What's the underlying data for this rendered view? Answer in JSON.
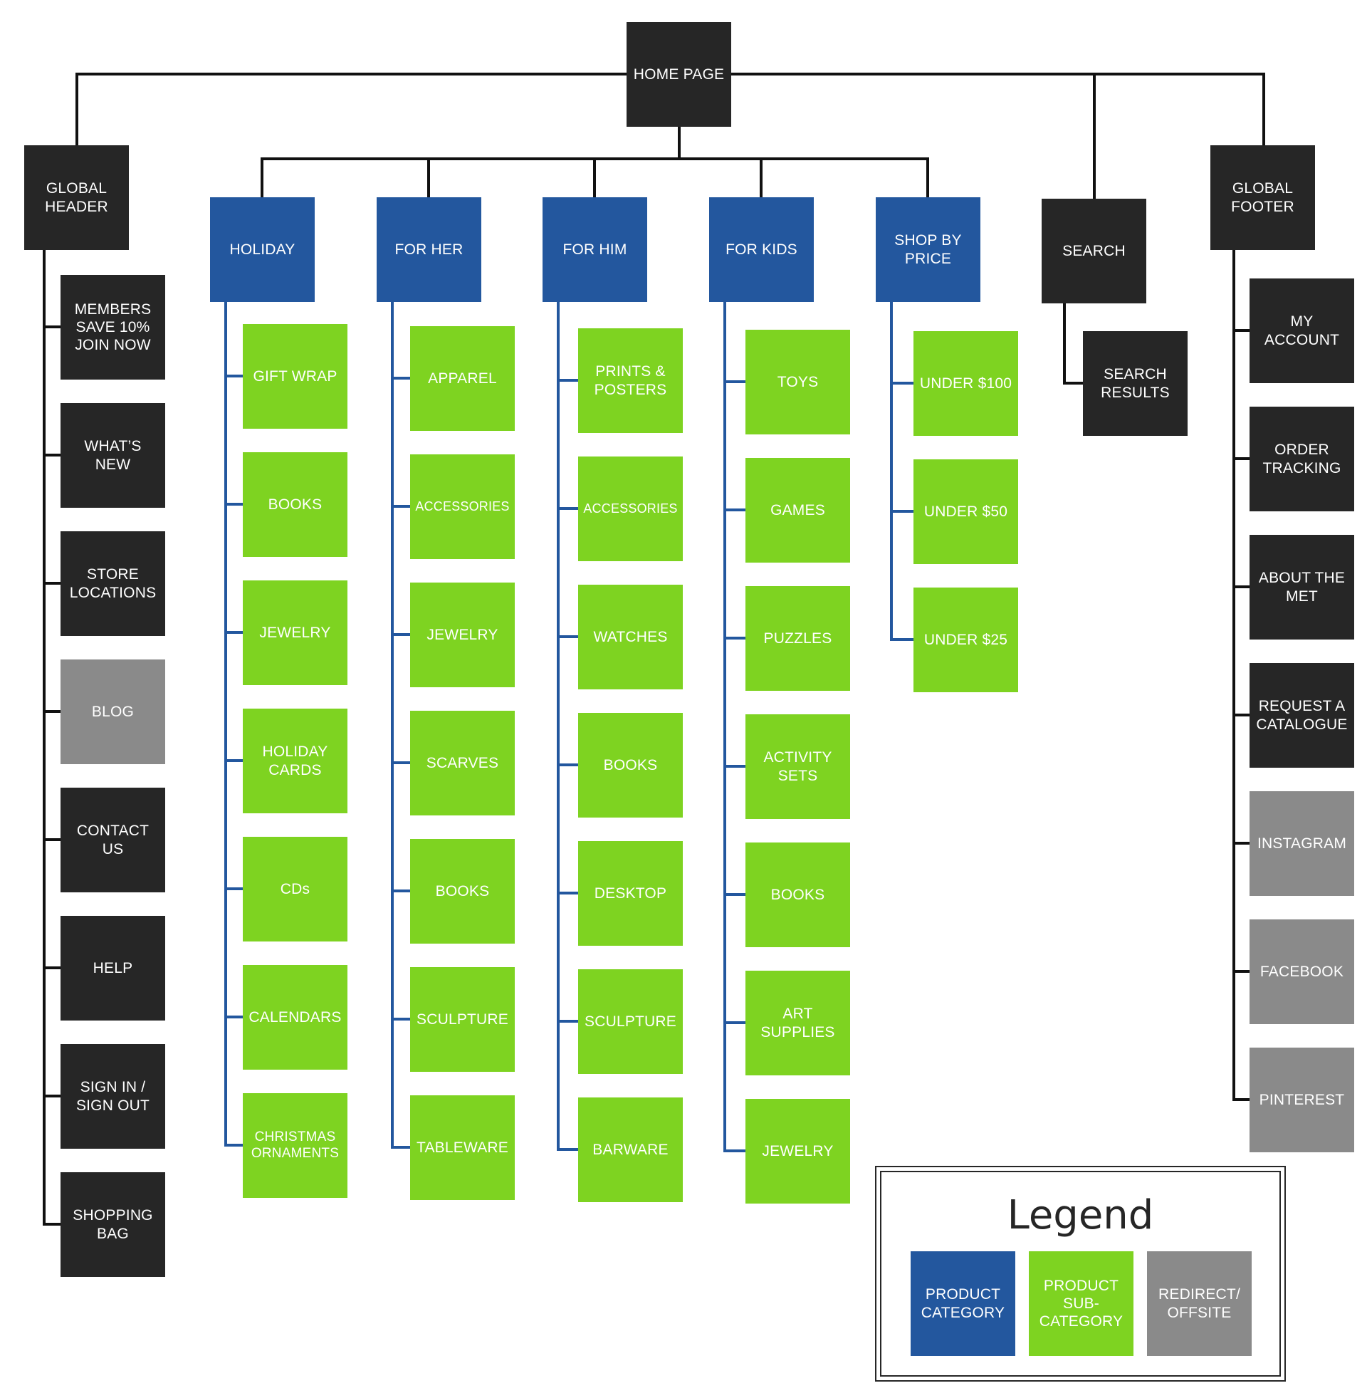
{
  "root": {
    "label": "HOME PAGE"
  },
  "global_header": {
    "label": "GLOBAL\nHEADER",
    "items": [
      {
        "label": "MEMBERS\nSAVE 10%\nJOIN NOW",
        "kind": "dark"
      },
      {
        "label": "WHAT’S\nNEW",
        "kind": "dark"
      },
      {
        "label": "STORE\nLOCATIONS",
        "kind": "dark"
      },
      {
        "label": "BLOG",
        "kind": "grey"
      },
      {
        "label": "CONTACT\nUS",
        "kind": "dark"
      },
      {
        "label": "HELP",
        "kind": "dark"
      },
      {
        "label": "SIGN IN /\nSIGN OUT",
        "kind": "dark"
      },
      {
        "label": "SHOPPING\nBAG",
        "kind": "dark"
      }
    ]
  },
  "categories": [
    {
      "label": "HOLIDAY",
      "items": [
        "GIFT WRAP",
        "BOOKS",
        "JEWELRY",
        "HOLIDAY\nCARDS",
        "CDs",
        "CALENDARS",
        "CHRISTMAS\nORNAMENTS"
      ]
    },
    {
      "label": "FOR HER",
      "items": [
        "APPAREL",
        "ACCESSORIES",
        "JEWELRY",
        "SCARVES",
        "BOOKS",
        "SCULPTURE",
        "TABLEWARE"
      ]
    },
    {
      "label": "FOR HIM",
      "items": [
        "PRINTS &\nPOSTERS",
        "ACCESSORIES",
        "WATCHES",
        "BOOKS",
        "DESKTOP",
        "SCULPTURE",
        "BARWARE"
      ]
    },
    {
      "label": "FOR KIDS",
      "items": [
        "TOYS",
        "GAMES",
        "PUZZLES",
        "ACTIVITY\nSETS",
        "BOOKS",
        "ART\nSUPPLIES",
        "JEWELRY"
      ]
    },
    {
      "label": "SHOP BY\nPRICE",
      "items": [
        "UNDER $100",
        "UNDER $50",
        "UNDER $25"
      ]
    }
  ],
  "search": {
    "label": "SEARCH",
    "items": [
      "SEARCH\nRESULTS"
    ]
  },
  "global_footer": {
    "label": "GLOBAL\nFOOTER",
    "items": [
      {
        "label": "MY\nACCOUNT",
        "kind": "dark"
      },
      {
        "label": "ORDER\nTRACKING",
        "kind": "dark"
      },
      {
        "label": "ABOUT THE\nMET",
        "kind": "dark"
      },
      {
        "label": "REQUEST A\nCATALOGUE",
        "kind": "dark"
      },
      {
        "label": "INSTAGRAM",
        "kind": "grey"
      },
      {
        "label": "FACEBOOK",
        "kind": "grey"
      },
      {
        "label": "PINTEREST",
        "kind": "grey"
      }
    ]
  },
  "legend": {
    "title": "Legend",
    "items": [
      {
        "label": "PRODUCT\nCATEGORY",
        "kind": "blue"
      },
      {
        "label": "PRODUCT\nSUB-\nCATEGORY",
        "kind": "green"
      },
      {
        "label": "REDIRECT/\nOFFSITE",
        "kind": "grey"
      }
    ]
  },
  "colors": {
    "dark": "#262626",
    "blue": "#23579e",
    "green": "#7ed321",
    "grey": "#8a8a8a"
  }
}
